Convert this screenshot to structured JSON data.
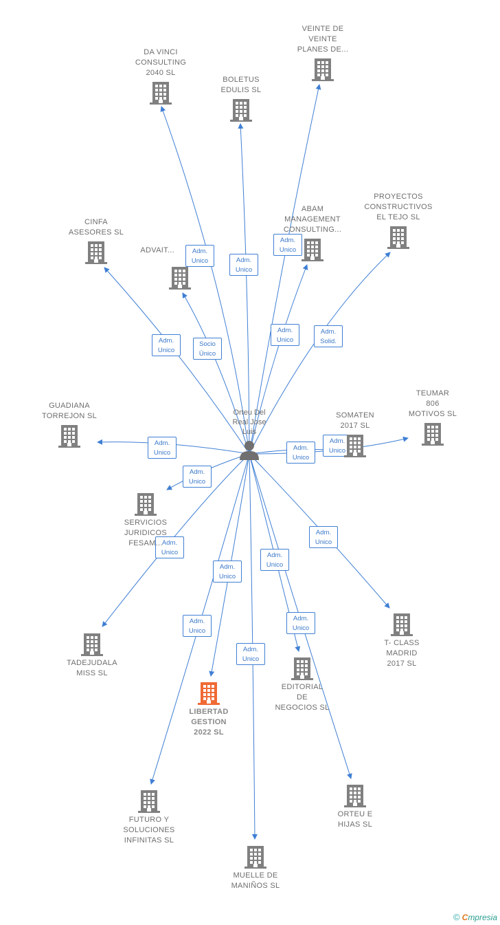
{
  "center": {
    "id": "person",
    "label": "Orteu Del\nReal Jose\nLuis"
  },
  "colors": {
    "edge": "#3f7fd4",
    "building": "#808080",
    "highlight": "#f06a35"
  },
  "nodes": [
    {
      "id": "davinci",
      "label": "DA VINCI\nCONSULTING\n2040  SL"
    },
    {
      "id": "boletus",
      "label": "BOLETUS\nEDULIS  SL"
    },
    {
      "id": "veinte",
      "label": "VEINTE DE\nVEINTE\nPLANES DE..."
    },
    {
      "id": "abam",
      "label": "ABAM\nMANAGEMENT\nCONSULTING..."
    },
    {
      "id": "proyectos",
      "label": "PROYECTOS\nCONSTRUCTIVOS\nEL TEJO  SL"
    },
    {
      "id": "cinfa",
      "label": "CINFA\nASESORES  SL"
    },
    {
      "id": "advait",
      "label": "ADVAIT..."
    },
    {
      "id": "guadiana",
      "label": "GUADIANA\nTORREJON  SL"
    },
    {
      "id": "somaten",
      "label": "SOMATEN\n2017  SL"
    },
    {
      "id": "teumar",
      "label": "TEUMAR\n806\nMOTIVOS SL"
    },
    {
      "id": "servicios",
      "label": "SERVICIOS\nJURIDICOS\nFESAM..."
    },
    {
      "id": "tadejudala",
      "label": "TADEJUDALA\nMISS  SL"
    },
    {
      "id": "tclass",
      "label": "T- CLASS\nMADRID\n2017  SL"
    },
    {
      "id": "editorial",
      "label": "EDITORIAL\nDE\nNEGOCIOS SL"
    },
    {
      "id": "libertad",
      "label": "LIBERTAD\nGESTION\n2022  SL",
      "highlight": true
    },
    {
      "id": "futuro",
      "label": "FUTURO Y\nSOLUCIONES\nINFINITAS  SL"
    },
    {
      "id": "orteu",
      "label": "ORTEU E\nHIJAS  SL"
    },
    {
      "id": "muelle",
      "label": "MUELLE DE\nMANIÑOS  SL"
    }
  ],
  "edges": [
    {
      "to": "davinci",
      "label": "Adm.\nUnico"
    },
    {
      "to": "boletus",
      "label": "Adm.\nUnico"
    },
    {
      "to": "veinte",
      "label": "Adm.\nUnico"
    },
    {
      "to": "abam",
      "label": "Adm.\nUnico"
    },
    {
      "to": "proyectos",
      "label": "Adm.\nSolid."
    },
    {
      "to": "cinfa",
      "label": "Adm.\nUnico"
    },
    {
      "to": "advait",
      "label": "Socio\nÚnico"
    },
    {
      "to": "guadiana",
      "label": "Adm.\nUnico"
    },
    {
      "to": "somaten",
      "label": "Adm.\nUnico"
    },
    {
      "to": "teumar",
      "label": "Adm.\nUnico"
    },
    {
      "to": "servicios",
      "label": "Adm.\nUnico"
    },
    {
      "to": "tadejudala",
      "label": "Adm.\nUnico"
    },
    {
      "to": "tclass",
      "label": "Adm.\nUnico"
    },
    {
      "to": "editorial",
      "label": "Adm.\nUnico"
    },
    {
      "to": "libertad",
      "label": "Adm.\nUnico"
    },
    {
      "to": "futuro",
      "label": "Adm.\nUnico"
    },
    {
      "to": "orteu",
      "label": "Adm.\nUnico"
    },
    {
      "to": "muelle",
      "label": "Adm.\nUnico"
    }
  ],
  "footer": {
    "copyright": "©",
    "brand_first": "C",
    "brand_rest": "mpresia"
  }
}
